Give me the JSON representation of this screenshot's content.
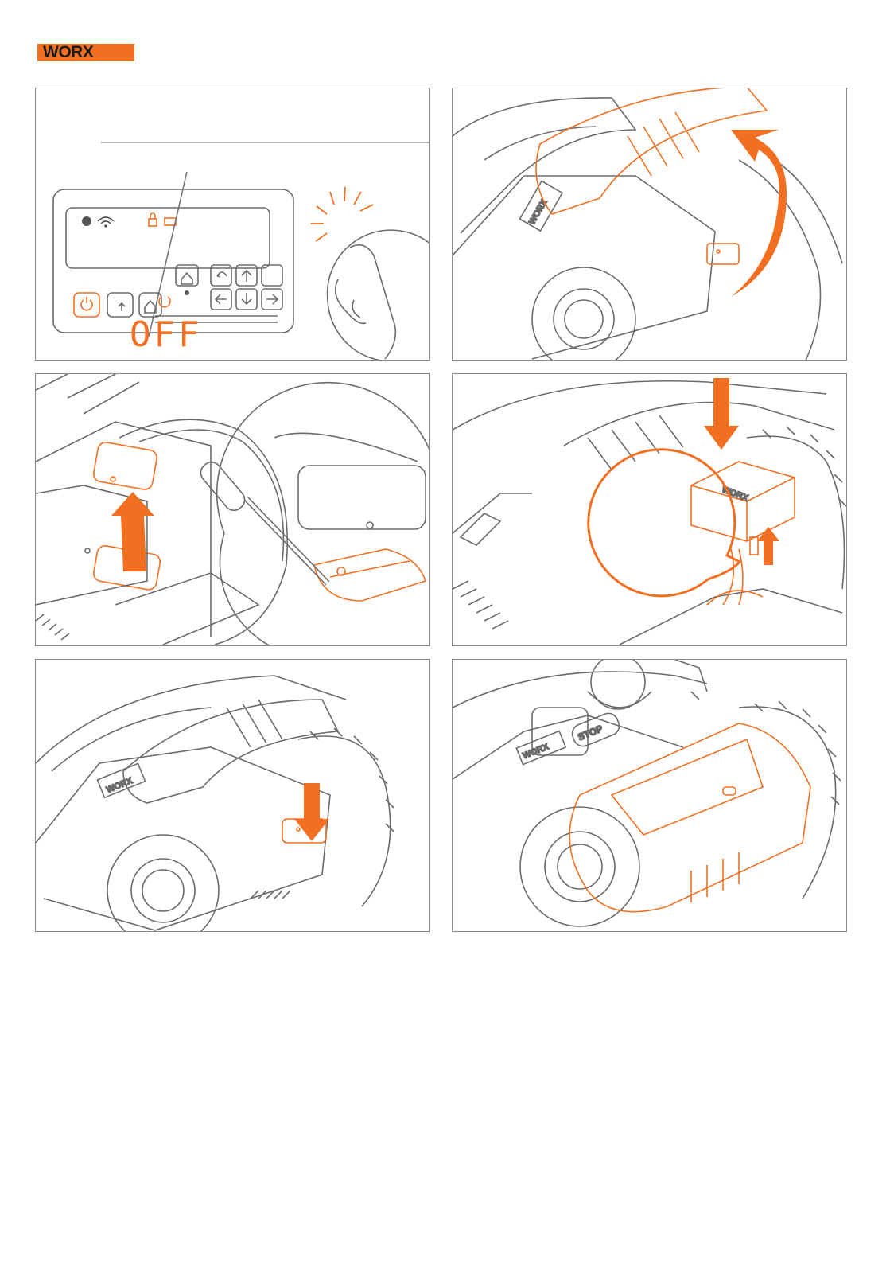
{
  "brand": {
    "name": "WORX",
    "accent": "#f26f21",
    "line": "#5a5a5a"
  },
  "panel1": {
    "display_text": "OFF",
    "icons": [
      "power-icon",
      "wifi-icon",
      "lock-icon",
      "battery-icon",
      "home-icon",
      "back-icon",
      "arrow-up-icon",
      "arrow-left-icon",
      "arrow-down-icon",
      "arrow-right-icon"
    ]
  },
  "panel2": {
    "description_icons": [
      "arrow-curved-icon"
    ]
  },
  "panel3": {
    "description_icons": [
      "arrow-up-icon",
      "screwdriver-icon"
    ]
  },
  "panel4": {
    "description_icons": [
      "arrow-down-icon",
      "arrow-up-icon"
    ]
  },
  "panel5": {
    "description_icons": [
      "arrow-down-icon"
    ]
  },
  "panel6": {
    "stop_label": "STOP"
  }
}
